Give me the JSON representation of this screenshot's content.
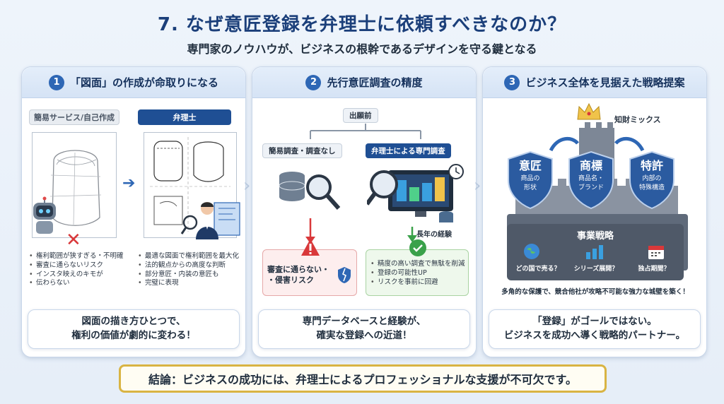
{
  "header": {
    "title": "7. なぜ意匠登録を弁理士に依頼すべきなのか？",
    "subtitle": "専門家のノウハウが、ビジネスの根幹であるデザインを守る鍵となる"
  },
  "panel1": {
    "number": "1",
    "title": "「図面」の作成が命取りになる",
    "left_label": "簡易サービス/自己作成",
    "right_label": "弁理士",
    "bad_points": [
      "権利範囲が狭すぎる・不明確",
      "審査に通らないリスク",
      "インスタ映えのキモが",
      "伝わらない"
    ],
    "good_points": [
      "最適な図面で権利範囲を最大化",
      "法的観点からの高度な判断",
      "部分意匠・内装の意匠も",
      "完璧に表現"
    ],
    "caption_line1": "図面の描き方ひとつで、",
    "caption_line2": "権利の価値が劇的に変わる！"
  },
  "panel2": {
    "number": "2",
    "title": "先行意匠調査の精度",
    "top_label": "出願前",
    "left_label": "簡易調査・調査なし",
    "right_label": "弁理士による専門調査",
    "experience_label": "長年の経験",
    "risk_text_line1": "審査に通らない・",
    "risk_text_line2": "・侵害リスク",
    "good_points": [
      "精度の高い調査で無駄を削減",
      "登録の可能性UP",
      "リスクを事前に回避"
    ],
    "caption_line1": "専門データベースと経験が、",
    "caption_line2": "確実な登録への近道！"
  },
  "panel3": {
    "number": "3",
    "title": "ビジネス全体を見据えた戦略提案",
    "mix_label": "知財ミックス",
    "shields": [
      {
        "name": "意匠",
        "desc1": "商品の",
        "desc2": "形状"
      },
      {
        "name": "商標",
        "desc1": "商品名・",
        "desc2": "ブランド"
      },
      {
        "name": "特許",
        "desc1": "内部の",
        "desc2": "特殊構造"
      }
    ],
    "strategy_label": "事業戦略",
    "strategy_items": [
      "どの国で売る？",
      "シリーズ展開？",
      "独占期間？"
    ],
    "note": "多角的な保護で、競合他社が攻略不可能な強力な城壁を築く！",
    "caption_line1": "「登録」がゴールではない。",
    "caption_line2": "ビジネスを成功へ導く戦略的パートナー。"
  },
  "conclusion": "結論：ビジネスの成功には、弁理士によるプロフェッショナルな支援が不可欠です。",
  "colors": {
    "accent": "#1b3f7a",
    "brand_blue": "#2e67b5",
    "risk_red": "#d9383a",
    "ok_green": "#3aa14a",
    "gold": "#d9b443"
  }
}
